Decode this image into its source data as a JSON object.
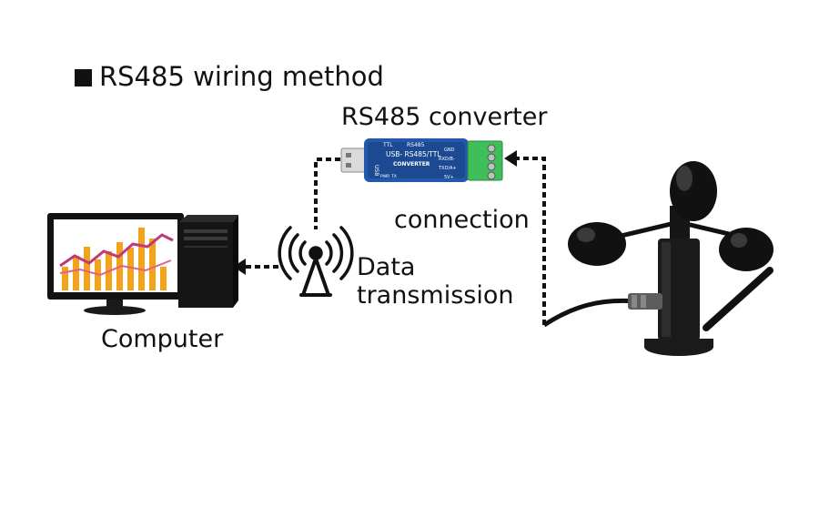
{
  "heading": {
    "bullet": "■",
    "title": "RS485 wiring method"
  },
  "labels": {
    "converter": "RS485 converter",
    "connection": "connection",
    "data_line1": "Data",
    "data_line2": "transmission",
    "computer": "Computer"
  },
  "converter_device": {
    "top_label_ttl": "TTL",
    "top_label_rs485": "RS485",
    "usb_vertical": "USB",
    "line1": "USB- RS485/TTL",
    "line2": "CONVERTER",
    "small_pwr": "PWR",
    "small_tx": "TX",
    "pins": [
      "GND",
      "RXD/B-",
      "TXD/A+",
      "5V+"
    ]
  },
  "colors": {
    "converter_body": "#1f4f9c",
    "terminal_green": "#3fbf5a",
    "chart_bars": "#f2a31a",
    "chart_line": "#c0397a",
    "arrows": "#111111",
    "anemometer": "#151515"
  }
}
